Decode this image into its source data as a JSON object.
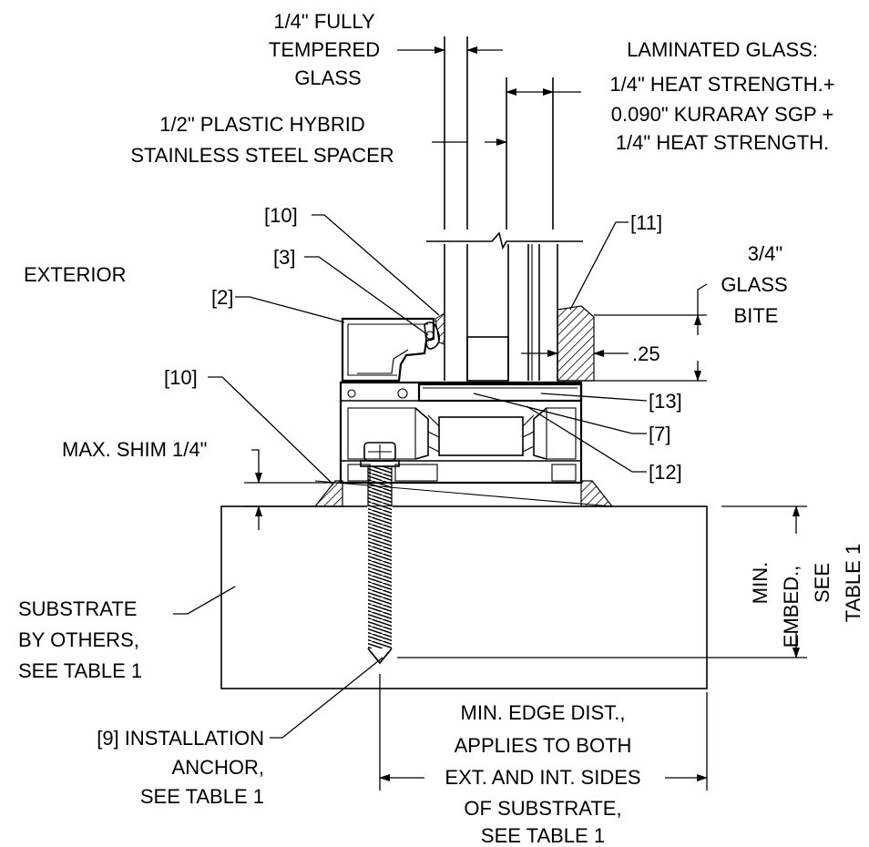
{
  "labels": {
    "tempered_glass": [
      "1/4\" FULLY",
      "TEMPERED",
      "GLASS"
    ],
    "laminated_glass": [
      "LAMINATED GLASS:",
      "1/4\" HEAT STRENGTH.+",
      "0.090\" KURARAY SGP +",
      "1/4\" HEAT STRENGTH."
    ],
    "spacer": [
      "1/2\" PLASTIC HYBRID",
      "STAINLESS STEEL SPACER"
    ],
    "exterior": "EXTERIOR",
    "glass_bite": [
      "3/4\"",
      "GLASS",
      "BITE"
    ],
    "dim_25": ".25",
    "max_shim": "MAX. SHIM 1/4\"",
    "substrate": [
      "SUBSTRATE",
      "BY OTHERS,",
      "SEE TABLE 1"
    ],
    "min_embed": [
      "MIN.",
      "EMBED.,",
      "SEE",
      "TABLE 1"
    ],
    "anchor": [
      "[9] INSTALLATION",
      "ANCHOR,",
      "SEE TABLE 1"
    ],
    "edge_dist": [
      "MIN. EDGE DIST.,",
      "APPLIES TO BOTH",
      "EXT. AND INT. SIDES",
      "OF SUBSTRATE,",
      "SEE TABLE 1"
    ]
  },
  "callouts": {
    "c10_top": "[10]",
    "c3": "[3]",
    "c2": "[2]",
    "c10_left": "[10]",
    "c11": "[11]",
    "c13": "[13]",
    "c7": "[7]",
    "c12": "[12]"
  }
}
